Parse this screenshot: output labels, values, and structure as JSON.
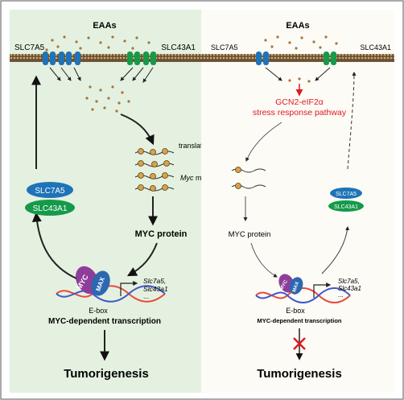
{
  "left_panel": {
    "eaas": "EAAs",
    "transporter_a": "SLC7A5",
    "transporter_b": "SLC43A1",
    "translation": "translation",
    "myc_italic": "Myc",
    "mrna": " mRNA",
    "myc_protein": "MYC protein",
    "myc_label": "MYC",
    "max_label": "MAX",
    "target_gene_1": "Slc7a5,",
    "target_gene_2": "Slc43a1",
    "target_gene_3": "...",
    "ebox": "E-box",
    "transcription": "MYC-dependent transcription",
    "badge_a": "SLC7A5",
    "badge_b": "SLC43A1",
    "outcome": "Tumorigenesis"
  },
  "right_panel": {
    "eaas": "EAAs",
    "transporter_a": "SLC7A5",
    "transporter_b": "SLC43A1",
    "stress_line1": "GCN2-eIF2α",
    "stress_line2": "stress response pathway",
    "myc_protein": "MYC protein",
    "myc_label": "MYC",
    "max_label": "MAX",
    "target_gene_1": "Slc7a5,",
    "target_gene_2": "Slc43a1",
    "target_gene_3": "...",
    "ebox": "E-box",
    "transcription": "MYC-dependent transcription",
    "badge_a": "SLC7A5",
    "badge_b": "SLC43A1",
    "outcome": "Tumorigenesis"
  },
  "colors": {
    "left_bg": "#e4f1e0",
    "right_bg": "#fcfbf6",
    "membrane": "#6b5132",
    "slc7a5_blue": "#1f73b7",
    "slc43a1_green": "#159a49",
    "amino_acid": "#a9723a",
    "myc_purple": "#8e3e9a",
    "max_blue": "#2c68b0",
    "inhibition_red": "#e0191f",
    "dna_red": "#e94a3c",
    "dna_blue": "#3f59c7"
  }
}
